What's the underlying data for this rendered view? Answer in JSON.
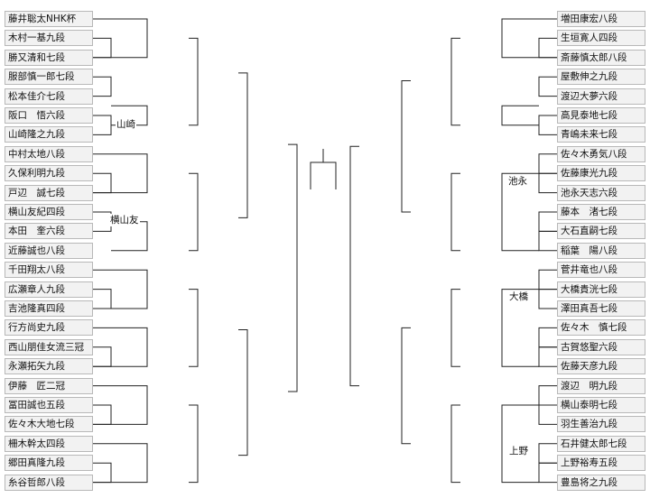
{
  "bracket": {
    "left_players": [
      "藤井聡太NHK杯",
      "木村一基九段",
      "勝又清和七段",
      "服部慎一郎七段",
      "松本佳介七段",
      "阪口　悟六段",
      "山崎隆之九段",
      "中村太地八段",
      "久保利明九段",
      "戸辺　誠七段",
      "横山友紀四段",
      "本田　奎六段",
      "近藤誠也八段",
      "千田翔太八段",
      "広瀬章人九段",
      "吉池隆真四段",
      "行方尚史九段",
      "西山朋佳女流三冠",
      "永瀬拓矢九段",
      "伊藤　匠二冠",
      "冨田誠也五段",
      "佐々木大地七段",
      "柵木幹太四段",
      "郷田真隆九段",
      "糸谷哲郎八段"
    ],
    "right_players": [
      "増田康宏八段",
      "生垣寛人四段",
      "斎藤慎太郎八段",
      "屋敷伸之九段",
      "渡辺大夢六段",
      "高見泰地七段",
      "青嶋未来七段",
      "佐々木勇気八段",
      "佐藤康光九段",
      "池永天志六段",
      "藤本　渚七段",
      "大石直嗣七段",
      "稲葉　陽八段",
      "菅井竜也八段",
      "大橋貴洸七段",
      "澤田真吾七段",
      "佐々木　慎七段",
      "古賀悠聖六段",
      "佐藤天彦九段",
      "渡辺　明九段",
      "横山泰明七段",
      "羽生善治九段",
      "石井健太郎七段",
      "上野裕寿五段",
      "豊島将之九段"
    ],
    "winners": [
      {
        "text": "山崎"
      },
      {
        "text": "横山友"
      },
      {
        "text": "池永"
      },
      {
        "text": "大橋"
      },
      {
        "text": "上野"
      }
    ]
  }
}
